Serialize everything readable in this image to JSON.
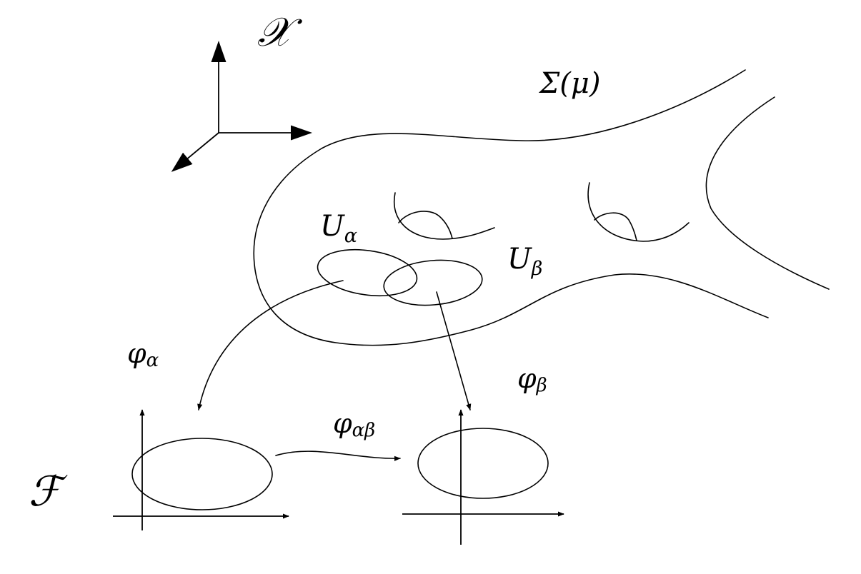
{
  "labels": {
    "space": "𝒳",
    "surface": "Σ(μ)",
    "chart_alpha": "U",
    "chart_alpha_sub": "α",
    "chart_beta": "U",
    "chart_beta_sub": "β",
    "map_alpha": "φ",
    "map_alpha_sub": "α",
    "map_beta": "φ",
    "map_beta_sub": "β",
    "transition": "φ",
    "transition_sub": "αβ",
    "fiber": "ℱ"
  },
  "colors": {
    "ink": "#000000",
    "background": "#ffffff"
  }
}
